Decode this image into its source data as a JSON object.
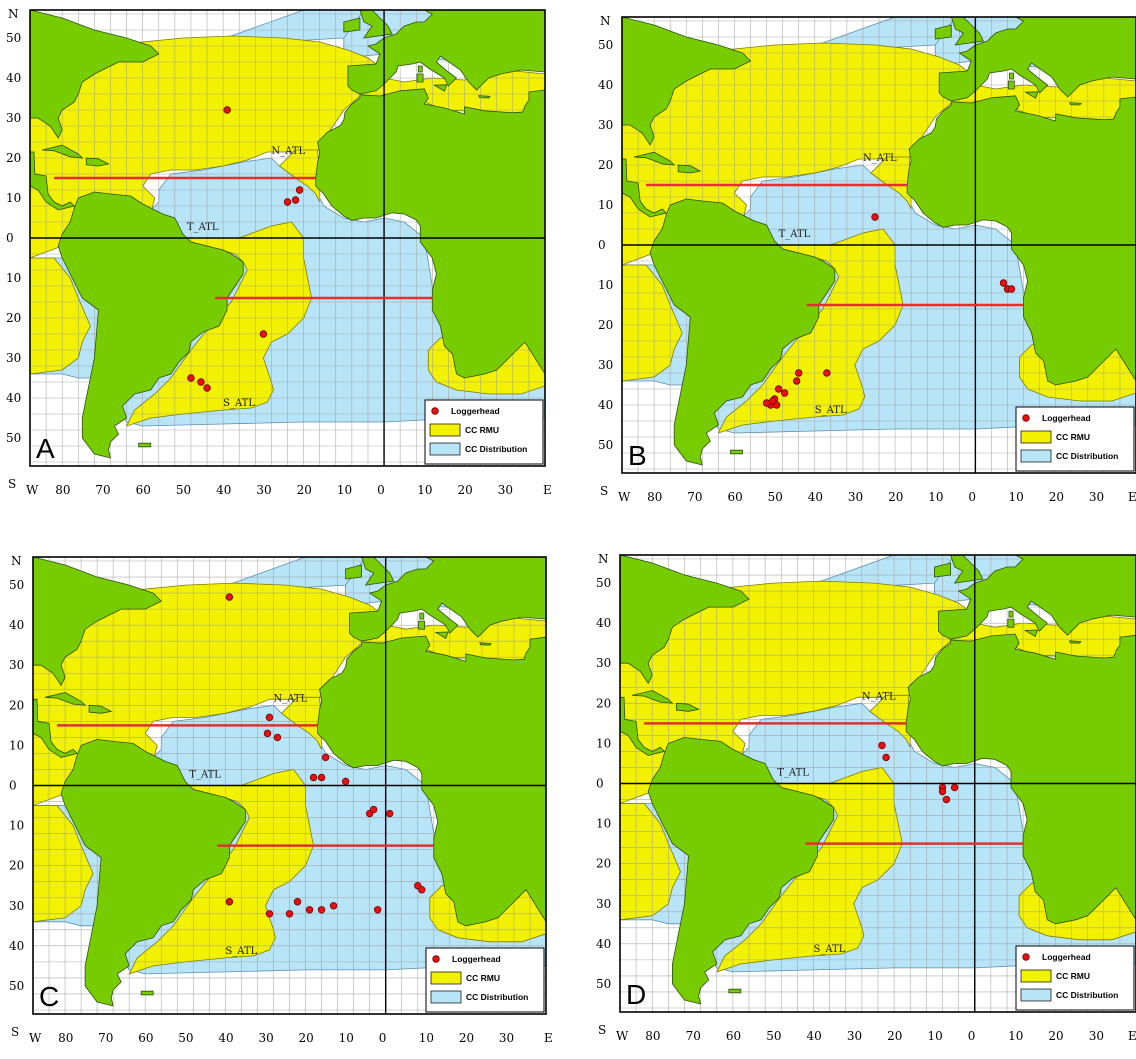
{
  "legend": {
    "loggerhead": "Loggerhead",
    "rmu": "CC RMU",
    "distribution": "CC Distribution"
  },
  "region_labels": {
    "north": "N_ATL",
    "tropical": "T_ATL",
    "south": "S_ATL"
  },
  "compass": {
    "north": "N",
    "south": "S",
    "west": "W",
    "east": "E"
  },
  "lat_ticks": [
    "50",
    "40",
    "30",
    "20",
    "10",
    "0",
    "10",
    "20",
    "30",
    "40",
    "50"
  ],
  "lon_ticks": [
    "80",
    "70",
    "60",
    "50",
    "40",
    "30",
    "20",
    "10",
    "0",
    "10",
    "20",
    "30"
  ],
  "colors": {
    "land": "#77cc00",
    "rmu": "#f2f200",
    "distribution": "#b8e4f8",
    "boundary": "#e03030",
    "point": "#e81010",
    "grid": "#9a9a9a"
  },
  "panels": [
    {
      "letter": "A",
      "points": [
        {
          "lon": -39,
          "lat": 32
        },
        {
          "lon": -24,
          "lat": 9
        },
        {
          "lon": -22,
          "lat": 9.5
        },
        {
          "lon": -21,
          "lat": 12
        },
        {
          "lon": -30,
          "lat": -24
        },
        {
          "lon": -48,
          "lat": -35
        },
        {
          "lon": -45.5,
          "lat": -36
        },
        {
          "lon": -44,
          "lat": -37.5
        }
      ]
    },
    {
      "letter": "B",
      "points": [
        {
          "lon": -25,
          "lat": 7
        },
        {
          "lon": 7,
          "lat": -9.5
        },
        {
          "lon": 8,
          "lat": -11
        },
        {
          "lon": 9,
          "lat": -11
        },
        {
          "lon": -44,
          "lat": -32
        },
        {
          "lon": -44.5,
          "lat": -34
        },
        {
          "lon": -37,
          "lat": -32
        },
        {
          "lon": -47.5,
          "lat": -37
        },
        {
          "lon": -49,
          "lat": -36
        },
        {
          "lon": -50,
          "lat": -38.5
        },
        {
          "lon": -51,
          "lat": -40
        },
        {
          "lon": -52,
          "lat": -39.5
        },
        {
          "lon": -49.5,
          "lat": -40
        },
        {
          "lon": -50.5,
          "lat": -39
        }
      ]
    },
    {
      "letter": "C",
      "points": [
        {
          "lon": -39,
          "lat": 47
        },
        {
          "lon": -29,
          "lat": 17
        },
        {
          "lon": -29.5,
          "lat": 13
        },
        {
          "lon": -27,
          "lat": 12
        },
        {
          "lon": -15,
          "lat": 7
        },
        {
          "lon": -18,
          "lat": 2
        },
        {
          "lon": -16,
          "lat": 2
        },
        {
          "lon": -10,
          "lat": 1
        },
        {
          "lon": -4,
          "lat": -7
        },
        {
          "lon": -3,
          "lat": -6
        },
        {
          "lon": 1,
          "lat": -7
        },
        {
          "lon": -39,
          "lat": -29
        },
        {
          "lon": -29,
          "lat": -32
        },
        {
          "lon": -24,
          "lat": -32
        },
        {
          "lon": -22,
          "lat": -29
        },
        {
          "lon": -19,
          "lat": -31
        },
        {
          "lon": -16,
          "lat": -31
        },
        {
          "lon": -13,
          "lat": -30
        },
        {
          "lon": -2,
          "lat": -31
        },
        {
          "lon": 8,
          "lat": -25
        },
        {
          "lon": 9,
          "lat": -26
        }
      ]
    },
    {
      "letter": "D",
      "points": [
        {
          "lon": -23,
          "lat": 9.5
        },
        {
          "lon": -22,
          "lat": 6.5
        },
        {
          "lon": -8,
          "lat": -1
        },
        {
          "lon": -8,
          "lat": -2
        },
        {
          "lon": -7,
          "lat": -4
        },
        {
          "lon": -5,
          "lat": -1
        }
      ]
    }
  ]
}
